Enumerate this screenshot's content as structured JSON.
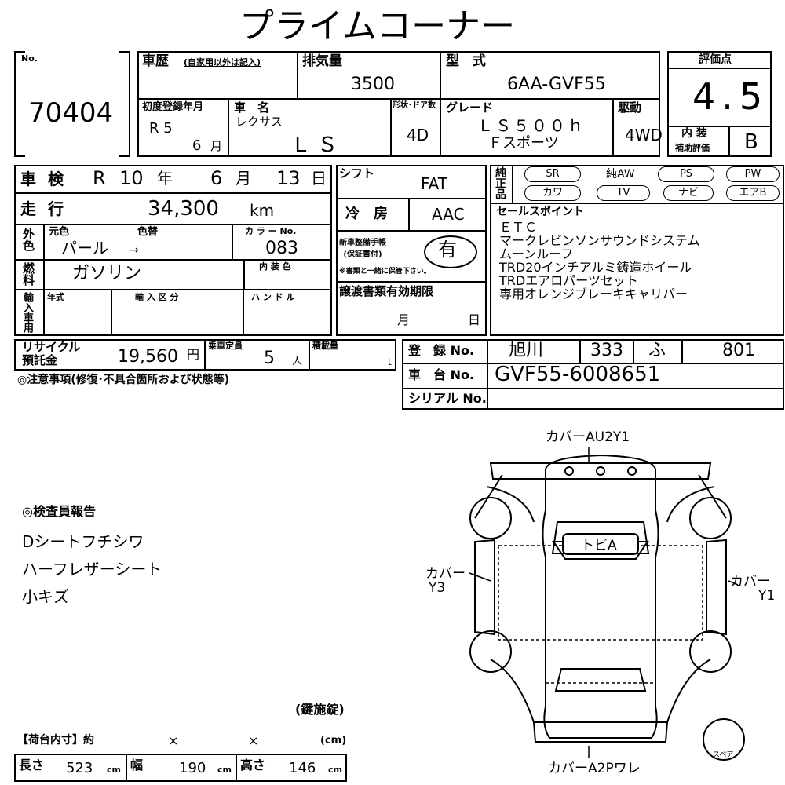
{
  "title": "プライムコーナー",
  "lot": {
    "label": "No.",
    "number": "70404"
  },
  "history": {
    "label": "車歴",
    "note": "(自家用以外は記入)"
  },
  "displacement": {
    "label": "排気量",
    "value": "3500"
  },
  "model_type": {
    "label": "型　式",
    "value": "6AA-GVF55"
  },
  "rating": {
    "label": "評価点",
    "value": "4.5",
    "interior_label": "内 装",
    "interior_sub": "補助評価",
    "interior_value": "B"
  },
  "first_reg": {
    "label": "初度登録年月",
    "era": "R 5",
    "month": "6",
    "month_unit": "月"
  },
  "car_name": {
    "label": "車　名",
    "maker": "レクサス",
    "name": "ＬＳ"
  },
  "shape": {
    "label": "形状･ドア数",
    "value": "4D"
  },
  "grade": {
    "label": "グレード",
    "line1": "ＬＳ５００ｈ",
    "line2": "Ｆスポーツ"
  },
  "drive": {
    "label": "駆動",
    "value": "4WD"
  },
  "inspection": {
    "label": "車 検",
    "era": "R",
    "year": "10",
    "year_unit": "年",
    "month": "6",
    "month_unit": "月",
    "day": "13",
    "day_unit": "日"
  },
  "mileage": {
    "label": "走 行",
    "value": "34,300",
    "unit": "km"
  },
  "shift": {
    "label": "シフト",
    "value": "FAT"
  },
  "ac": {
    "label": "冷　房",
    "value": "AAC"
  },
  "color": {
    "side": "外色",
    "orig": "元色",
    "changed": "色替",
    "value": "パール",
    "arrow": "→",
    "code_label": "カ ラ ー No.",
    "code": "083"
  },
  "fuel": {
    "label": "燃料",
    "value": "ガソリン",
    "interior_color_label": "内 装 色"
  },
  "import": {
    "label": "輸入車用",
    "year": "年式",
    "class": "輸 入 区 分",
    "handle": "ハ ン ド ル"
  },
  "warranty": {
    "label": "新車整備手帳\n(保証書付)",
    "value": "有",
    "note": "※書類と一緒に保管下さい。"
  },
  "transfer": {
    "label": "譲渡書類有効期限",
    "month": "月",
    "day": "日"
  },
  "equipment": {
    "label": "純正品",
    "items": [
      "SR",
      "純AW",
      "PS",
      "PW",
      "カワ",
      "TV",
      "ナビ",
      "エアB"
    ]
  },
  "sales_points": {
    "label": "セールスポイント",
    "lines": [
      "ＥＴＣ",
      "マークレビンソンサウンドシステム",
      "ムーンルーフ",
      "TRD20インチアルミ鋳造ホイール",
      "TRDエアロパーツセット",
      "専用オレンジブレーキキャリパー"
    ]
  },
  "recycle": {
    "label1": "リサイクル",
    "label2": "預託金",
    "value": "19,560",
    "unit": "円"
  },
  "capacity": {
    "label": "乗車定員",
    "value": "5",
    "unit": "人"
  },
  "load": {
    "label": "積載量",
    "unit": "t"
  },
  "registration": {
    "label": "登　録 No.",
    "area": "旭川",
    "class": "333",
    "kana": "ふ",
    "number": "801"
  },
  "chassis": {
    "label": "車　台 No.",
    "value": "GVF55-6008651"
  },
  "serial": {
    "label": "シリアル No."
  },
  "notice": "◎注意事項(修復･不具合箇所および状態等)",
  "inspector": {
    "title": "◎検査員報告",
    "lines": [
      "Dシートフチシワ",
      "ハーフレザーシート",
      "小キズ"
    ]
  },
  "key": "(鍵施錠)",
  "dims": {
    "header": "【荷台内寸】約",
    "x1": "×",
    "x2": "×",
    "unit_cm": "(cm)",
    "length_label": "長さ",
    "length": "523",
    "width_label": "幅",
    "width": "190",
    "height_label": "高さ",
    "height": "146",
    "cm": "cm"
  },
  "diagram": {
    "front": "カバーAU2Y1",
    "rear": "カバーA2Pワレ",
    "left1": "カバー",
    "left2": "Y3",
    "right1": "カバー",
    "right2": "Y1",
    "roof": "トビA",
    "spare": "スペア"
  }
}
